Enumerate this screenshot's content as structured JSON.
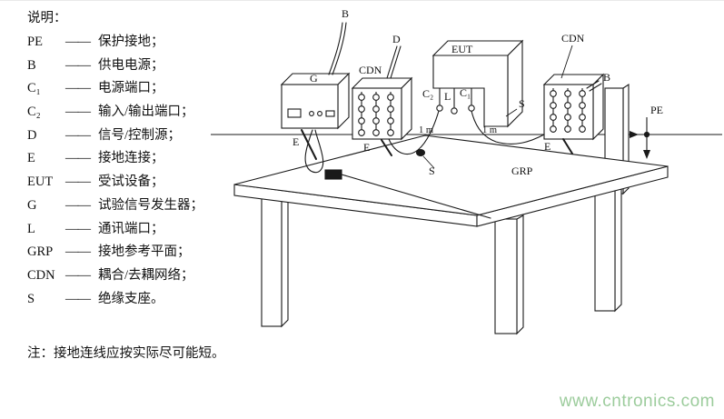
{
  "colors": {
    "ink": "#1a1a1a",
    "watermark_green": "#9ccc9c",
    "background": "#ffffff"
  },
  "legend": {
    "title": "说明：",
    "dash": "——",
    "items": [
      {
        "symbol": "PE",
        "desc": "保护接地；"
      },
      {
        "symbol": "B",
        "desc": "供电电源；"
      },
      {
        "symbol": "C₁",
        "desc": "电源端口；"
      },
      {
        "symbol": "C₂",
        "desc": "输入/输出端口；"
      },
      {
        "symbol": "D",
        "desc": "信号/控制源；"
      },
      {
        "symbol": "E",
        "desc": "接地连接；"
      },
      {
        "symbol": "EUT",
        "desc": "受试设备；"
      },
      {
        "symbol": "G",
        "desc": "试验信号发生器；"
      },
      {
        "symbol": "L",
        "desc": "通讯端口；"
      },
      {
        "symbol": "GRP",
        "desc": "接地参考平面；"
      },
      {
        "symbol": "CDN",
        "desc": "耦合/去耦网络；"
      },
      {
        "symbol": "S",
        "desc": "绝缘支座。"
      }
    ]
  },
  "note": "注：接地连线应按实际尽可能短。",
  "watermark": "www.cntronics.com",
  "diagram": {
    "labels": {
      "b_top": "B",
      "d": "D",
      "g": "G",
      "eut": "EUT",
      "cdn_left": "CDN",
      "cdn_right": "CDN",
      "b_right": "B",
      "pe": "PE",
      "c2": "C₂",
      "l": "L",
      "c1": "C₁",
      "s_eut": "S",
      "s_wire": "S",
      "e_generator": "E",
      "e_cdn_left": "E",
      "e_cdn_right": "E",
      "length_1": "1 m",
      "length_2": "1 m",
      "grp": "GRP"
    }
  }
}
